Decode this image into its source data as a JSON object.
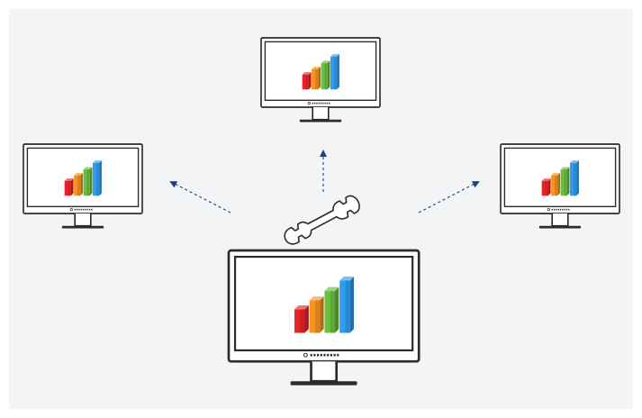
{
  "diagram": {
    "background_color": "#f3f4f6",
    "arrow_color": "#1b3f86",
    "monitor": {
      "frame_color": "#2b2b2b",
      "screen_color": "#ffffff",
      "stand_color": "#2b2b2b"
    },
    "chart_icon": {
      "bar_colors": [
        "#e8242b",
        "#f7931e",
        "#6abf3f",
        "#2f9cf0"
      ],
      "bar_levels": [
        0.45,
        0.62,
        0.8,
        1.0
      ]
    },
    "tool_icon": "wrench-icon",
    "nodes": [
      {
        "id": "central-monitor",
        "role": "source"
      },
      {
        "id": "top-monitor",
        "role": "target"
      },
      {
        "id": "left-monitor",
        "role": "target"
      },
      {
        "id": "right-monitor",
        "role": "target"
      }
    ],
    "edges": [
      {
        "from": "central-monitor",
        "to": "top-monitor",
        "style": "dashed-arrow"
      },
      {
        "from": "central-monitor",
        "to": "left-monitor",
        "style": "dashed-arrow"
      },
      {
        "from": "central-monitor",
        "to": "right-monitor",
        "style": "dashed-arrow"
      }
    ]
  }
}
